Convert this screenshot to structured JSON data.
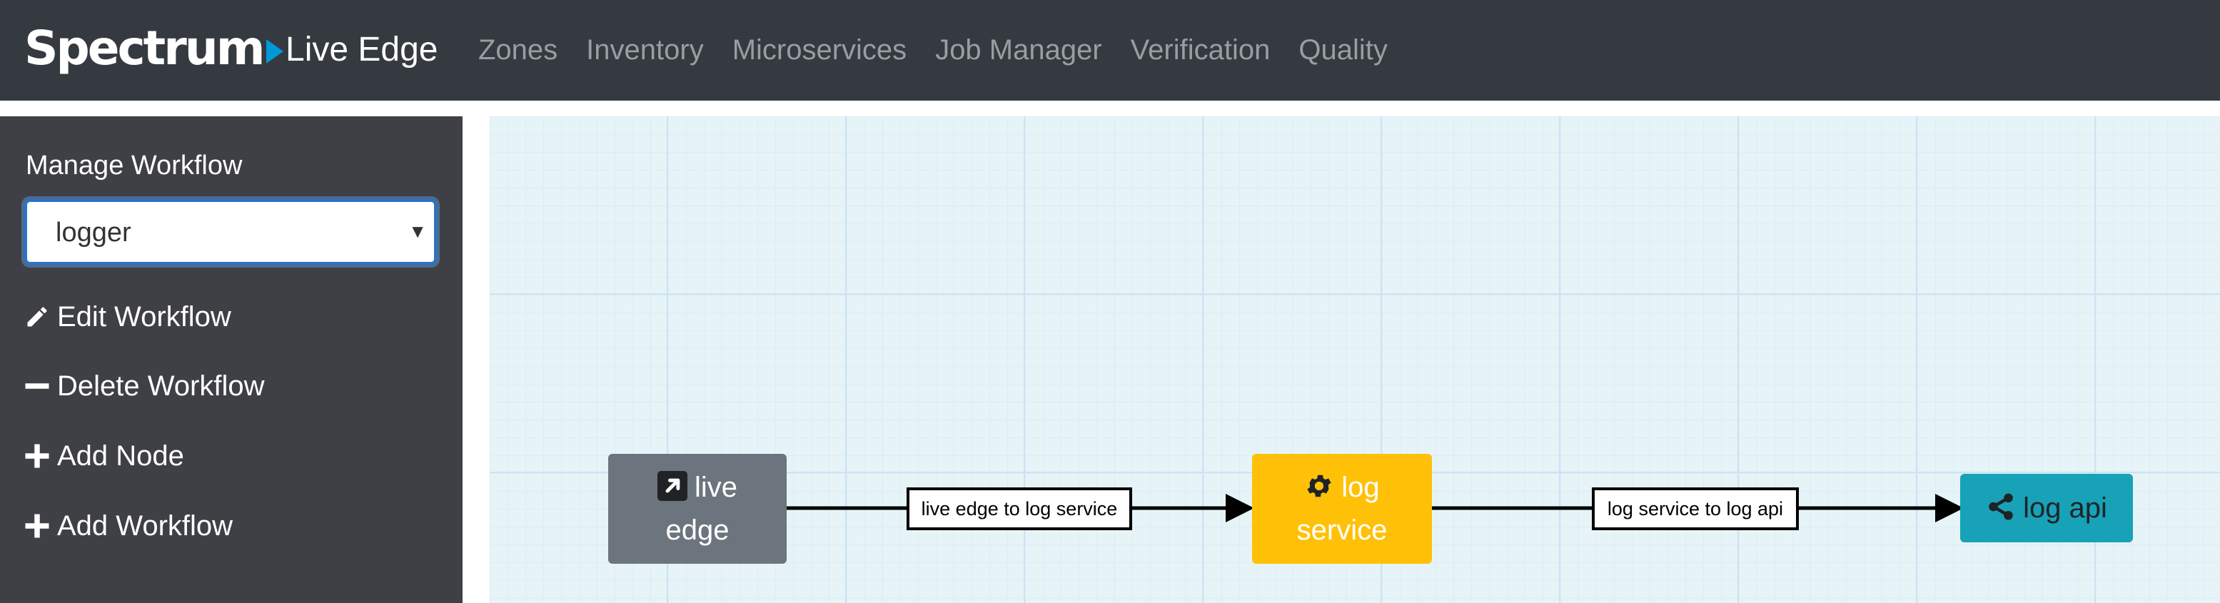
{
  "navbar": {
    "logo_text": "Spectrum",
    "app_title": "Live Edge",
    "links": [
      "Zones",
      "Inventory",
      "Microservices",
      "Job Manager",
      "Verification",
      "Quality"
    ]
  },
  "sidebar": {
    "title": "Manage Workflow",
    "workflow_select": {
      "value": "logger"
    },
    "actions": [
      {
        "label": "Edit Workflow",
        "icon": "pencil-icon"
      },
      {
        "label": "Delete Workflow",
        "icon": "minus-icon"
      },
      {
        "label": "Add Node",
        "icon": "plus-icon"
      },
      {
        "label": "Add Workflow",
        "icon": "plus-icon"
      }
    ]
  },
  "workflow": {
    "nodes": [
      {
        "id": "live-edge",
        "line1": "live",
        "line2": "edge",
        "icon": "external-link-icon",
        "color": "#6c757d"
      },
      {
        "id": "log-service",
        "line1": "log",
        "line2": "service",
        "icon": "gear-icon",
        "color": "#ffc107"
      },
      {
        "id": "log-api",
        "label": "log api",
        "icon": "share-icon",
        "color": "#17a2b8"
      }
    ],
    "edges": [
      {
        "label": "live edge to log service"
      },
      {
        "label": "log service to log api"
      }
    ]
  }
}
